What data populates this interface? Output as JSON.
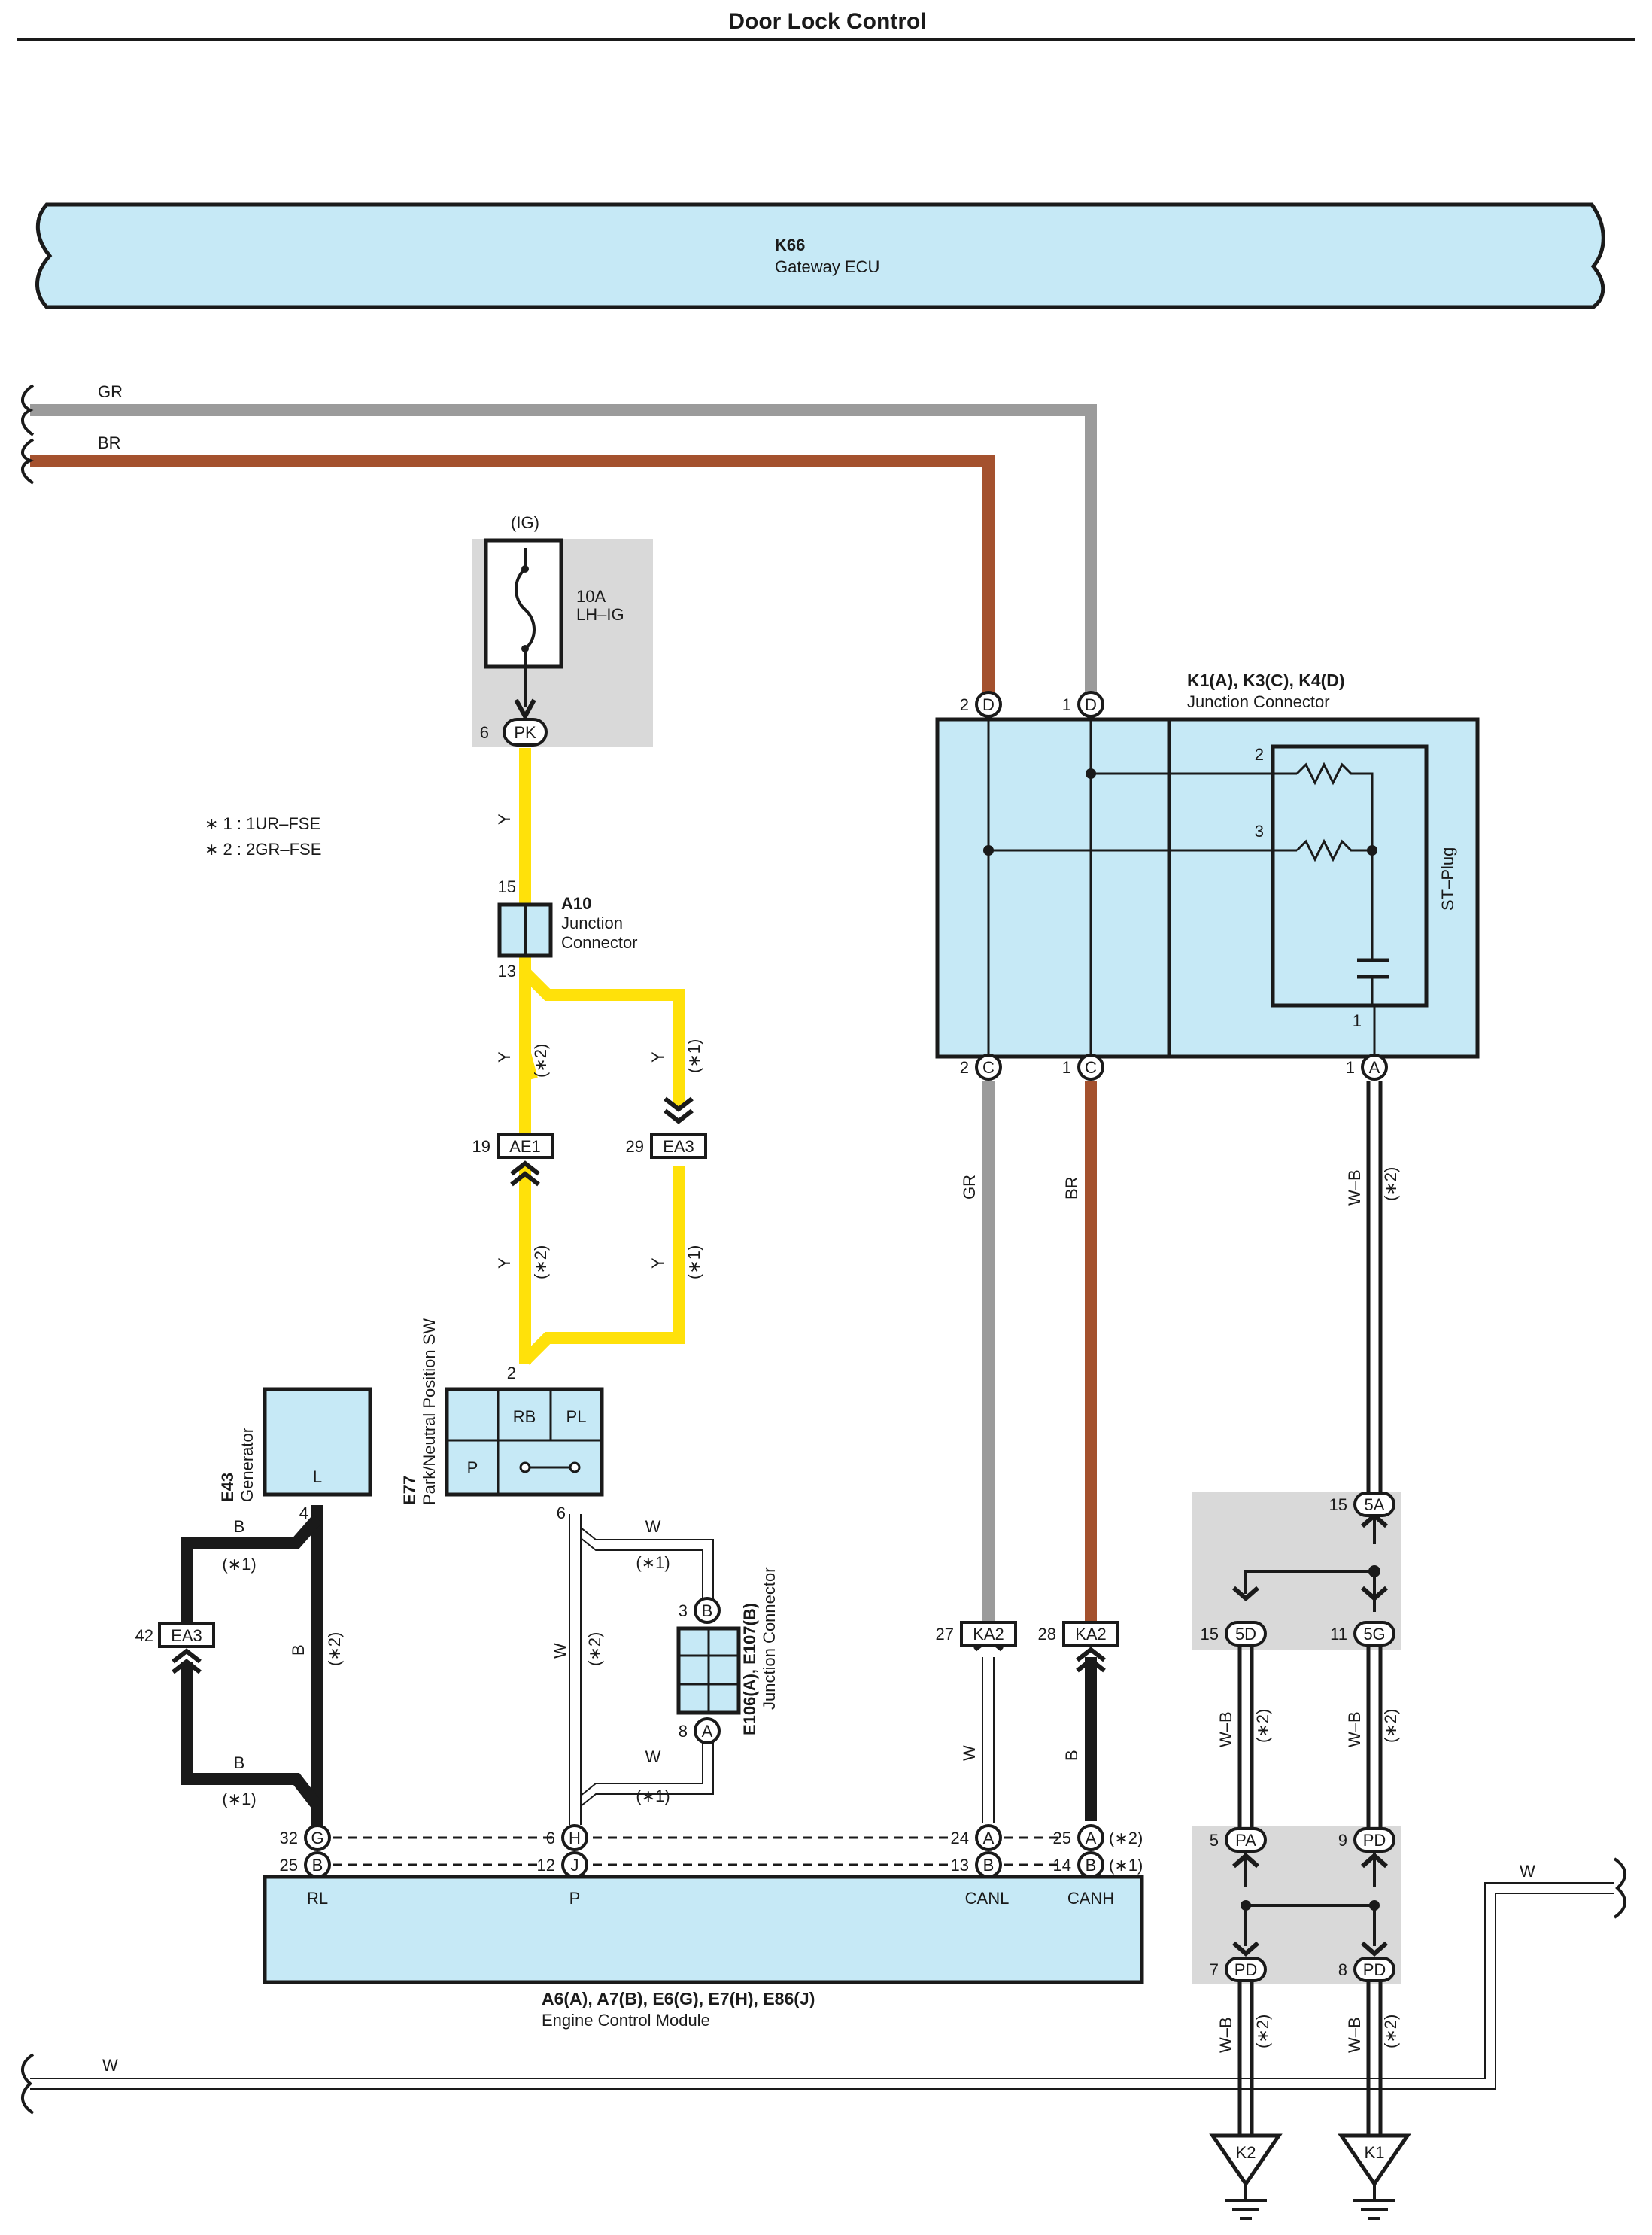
{
  "title": "Door Lock Control",
  "components": {
    "gateway": {
      "id": "K66",
      "name": "Gateway ECU"
    },
    "fuse": {
      "group": "(IG)",
      "rating": "10A",
      "name": "LH–IG",
      "pin": "6",
      "conn": "PK"
    },
    "notes": [
      "∗ 1 : 1UR–FSE",
      "∗ 2 : 2GR–FSE"
    ],
    "a10": {
      "id": "A10",
      "name1": "Junction",
      "name2": "Connector",
      "pin_top": "15",
      "pin_bot": "13"
    },
    "k_junction": {
      "id": "K1(A), K3(C), K4(D)",
      "name": "Junction Connector",
      "st_plug": "ST–Plug"
    },
    "e43": {
      "id": "E43",
      "name": "Generator",
      "terminal": "L",
      "pin": "4"
    },
    "e77": {
      "id": "E77",
      "name": "Park/Neutral Position SW",
      "t_rb": "RB",
      "t_pl": "PL",
      "t_p": "P",
      "pin_top": "2",
      "pin_bot": "6"
    },
    "e106": {
      "id": "E106(A), E107(B)",
      "name": "Junction Connector"
    },
    "ecm": {
      "id": "A6(A), A7(B), E6(G), E7(H), E86(J)",
      "name": "Engine Control Module",
      "t_rl": "RL",
      "t_p": "P",
      "t_canl": "CANL",
      "t_canh": "CANH"
    }
  },
  "wire_colors": {
    "GR": "GR",
    "BR": "BR",
    "Y": "Y",
    "W": "W",
    "B": "B",
    "WB": "W–B"
  },
  "markers": {
    "s1": "(∗1)",
    "s2": "(∗2)"
  },
  "pins": {
    "kd2": "2",
    "kd1": "1",
    "kc2": "2",
    "kc1": "1",
    "ka1": "1",
    "st2": "2",
    "st3": "3",
    "st1": "1",
    "ae1": "19",
    "ea3a": "29",
    "ea3b": "42",
    "ka2a": "27",
    "ka2b": "28",
    "e3": "3",
    "e8": "8",
    "g32": "32",
    "b25": "25",
    "h6": "6",
    "j12": "12",
    "a24": "24",
    "b13": "13",
    "a25": "25",
    "b14": "14",
    "p15": "15",
    "p15d": "15",
    "p11": "11",
    "p5": "5",
    "p9": "9",
    "p7": "7",
    "p8": "8"
  },
  "conn_labels": {
    "D": "D",
    "C": "C",
    "A": "A",
    "B": "B",
    "G": "G",
    "H": "H",
    "J": "J",
    "AE1": "AE1",
    "EA3": "EA3",
    "KA2": "KA2",
    "c5A": "5A",
    "c5D": "5D",
    "c5G": "5G",
    "PA": "PA",
    "PD": "PD"
  },
  "grounds": {
    "k1": "K1",
    "k2": "K2"
  },
  "colors": {
    "gray": "#9b9b9b",
    "brown": "#a4512e",
    "yellow": "#ffe10a",
    "fill": "#c6e9f6",
    "shade": "#d9d9d9",
    "black": "#1a1a1a"
  }
}
